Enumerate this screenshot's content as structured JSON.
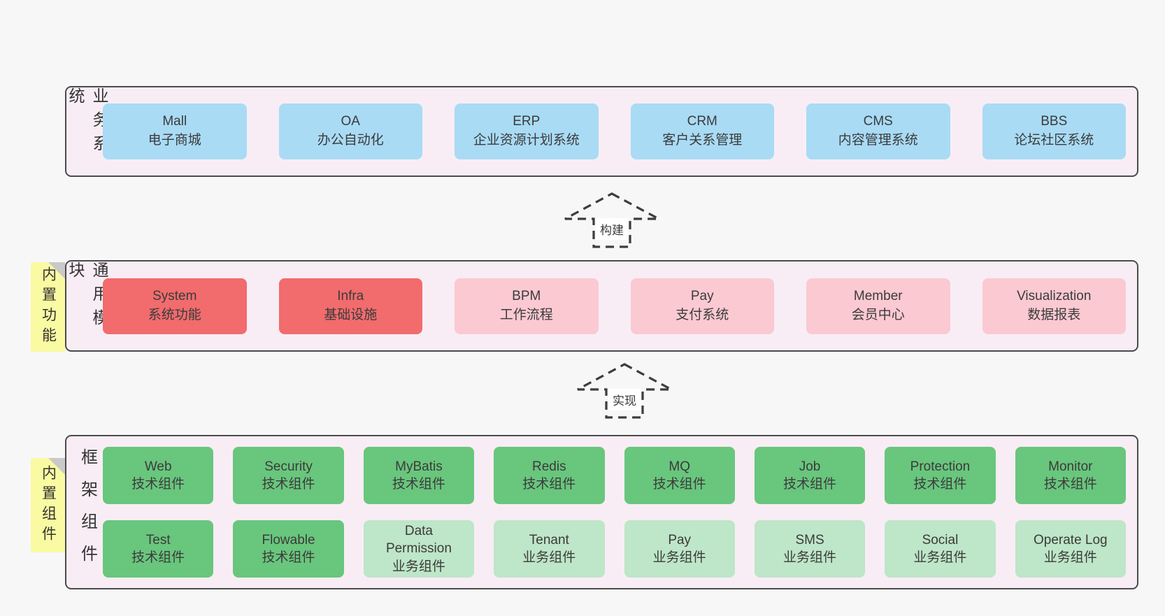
{
  "palette": {
    "bg": "#f7f7f7",
    "sectionBg": "#f8edf5",
    "sectionBorder": "#4b4b4b",
    "blue": "#a9dbf5",
    "red": "#f26b6d",
    "pink": "#fbc9d2",
    "greenDark": "#69c67d",
    "greenLight": "#bee6c8",
    "tagYellow": "#fafaa2",
    "foldGray": "#c9c9c9",
    "text": "#3b3b3b",
    "arrow": "#3d3d3d",
    "labelBg": "#ffffff"
  },
  "sections": [
    {
      "label": "业务系统",
      "boxes": [
        {
          "name": "Mall",
          "desc": "电子商城"
        },
        {
          "name": "OA",
          "desc": "办公自动化"
        },
        {
          "name": "ERP",
          "desc": "企业资源计划系统"
        },
        {
          "name": "CRM",
          "desc": "客户关系管理"
        },
        {
          "name": "CMS",
          "desc": "内容管理系统"
        },
        {
          "name": "BBS",
          "desc": "论坛社区系统"
        }
      ]
    },
    {
      "label": "通用模块",
      "tag": "内置功能",
      "boxes": [
        {
          "name": "System",
          "desc": "系统功能"
        },
        {
          "name": "Infra",
          "desc": "基础设施"
        },
        {
          "name": "BPM",
          "desc": "工作流程"
        },
        {
          "name": "Pay",
          "desc": "支付系统"
        },
        {
          "name": "Member",
          "desc": "会员中心"
        },
        {
          "name": "Visualization",
          "desc": "数据报表"
        }
      ]
    },
    {
      "label": "框架组件",
      "tag": "内置组件",
      "rows": [
        [
          {
            "name": "Web",
            "desc": "技术组件"
          },
          {
            "name": "Security",
            "desc": "技术组件"
          },
          {
            "name": "MyBatis",
            "desc": "技术组件"
          },
          {
            "name": "Redis",
            "desc": "技术组件"
          },
          {
            "name": "MQ",
            "desc": "技术组件"
          },
          {
            "name": "Job",
            "desc": "技术组件"
          },
          {
            "name": "Protection",
            "desc": "技术组件"
          },
          {
            "name": "Monitor",
            "desc": "技术组件"
          }
        ],
        [
          {
            "name": "Test",
            "desc": "技术组件"
          },
          {
            "name": "Flowable",
            "desc": "技术组件"
          },
          {
            "name": "Data Permission",
            "desc": "业务组件"
          },
          {
            "name": "Tenant",
            "desc": "业务组件"
          },
          {
            "name": "Pay",
            "desc": "业务组件"
          },
          {
            "name": "SMS",
            "desc": "业务组件"
          },
          {
            "name": "Social",
            "desc": "业务组件"
          },
          {
            "name": "Operate Log",
            "desc": "业务组件"
          }
        ]
      ]
    }
  ],
  "arrows": [
    {
      "label": "构建"
    },
    {
      "label": "实现"
    }
  ]
}
